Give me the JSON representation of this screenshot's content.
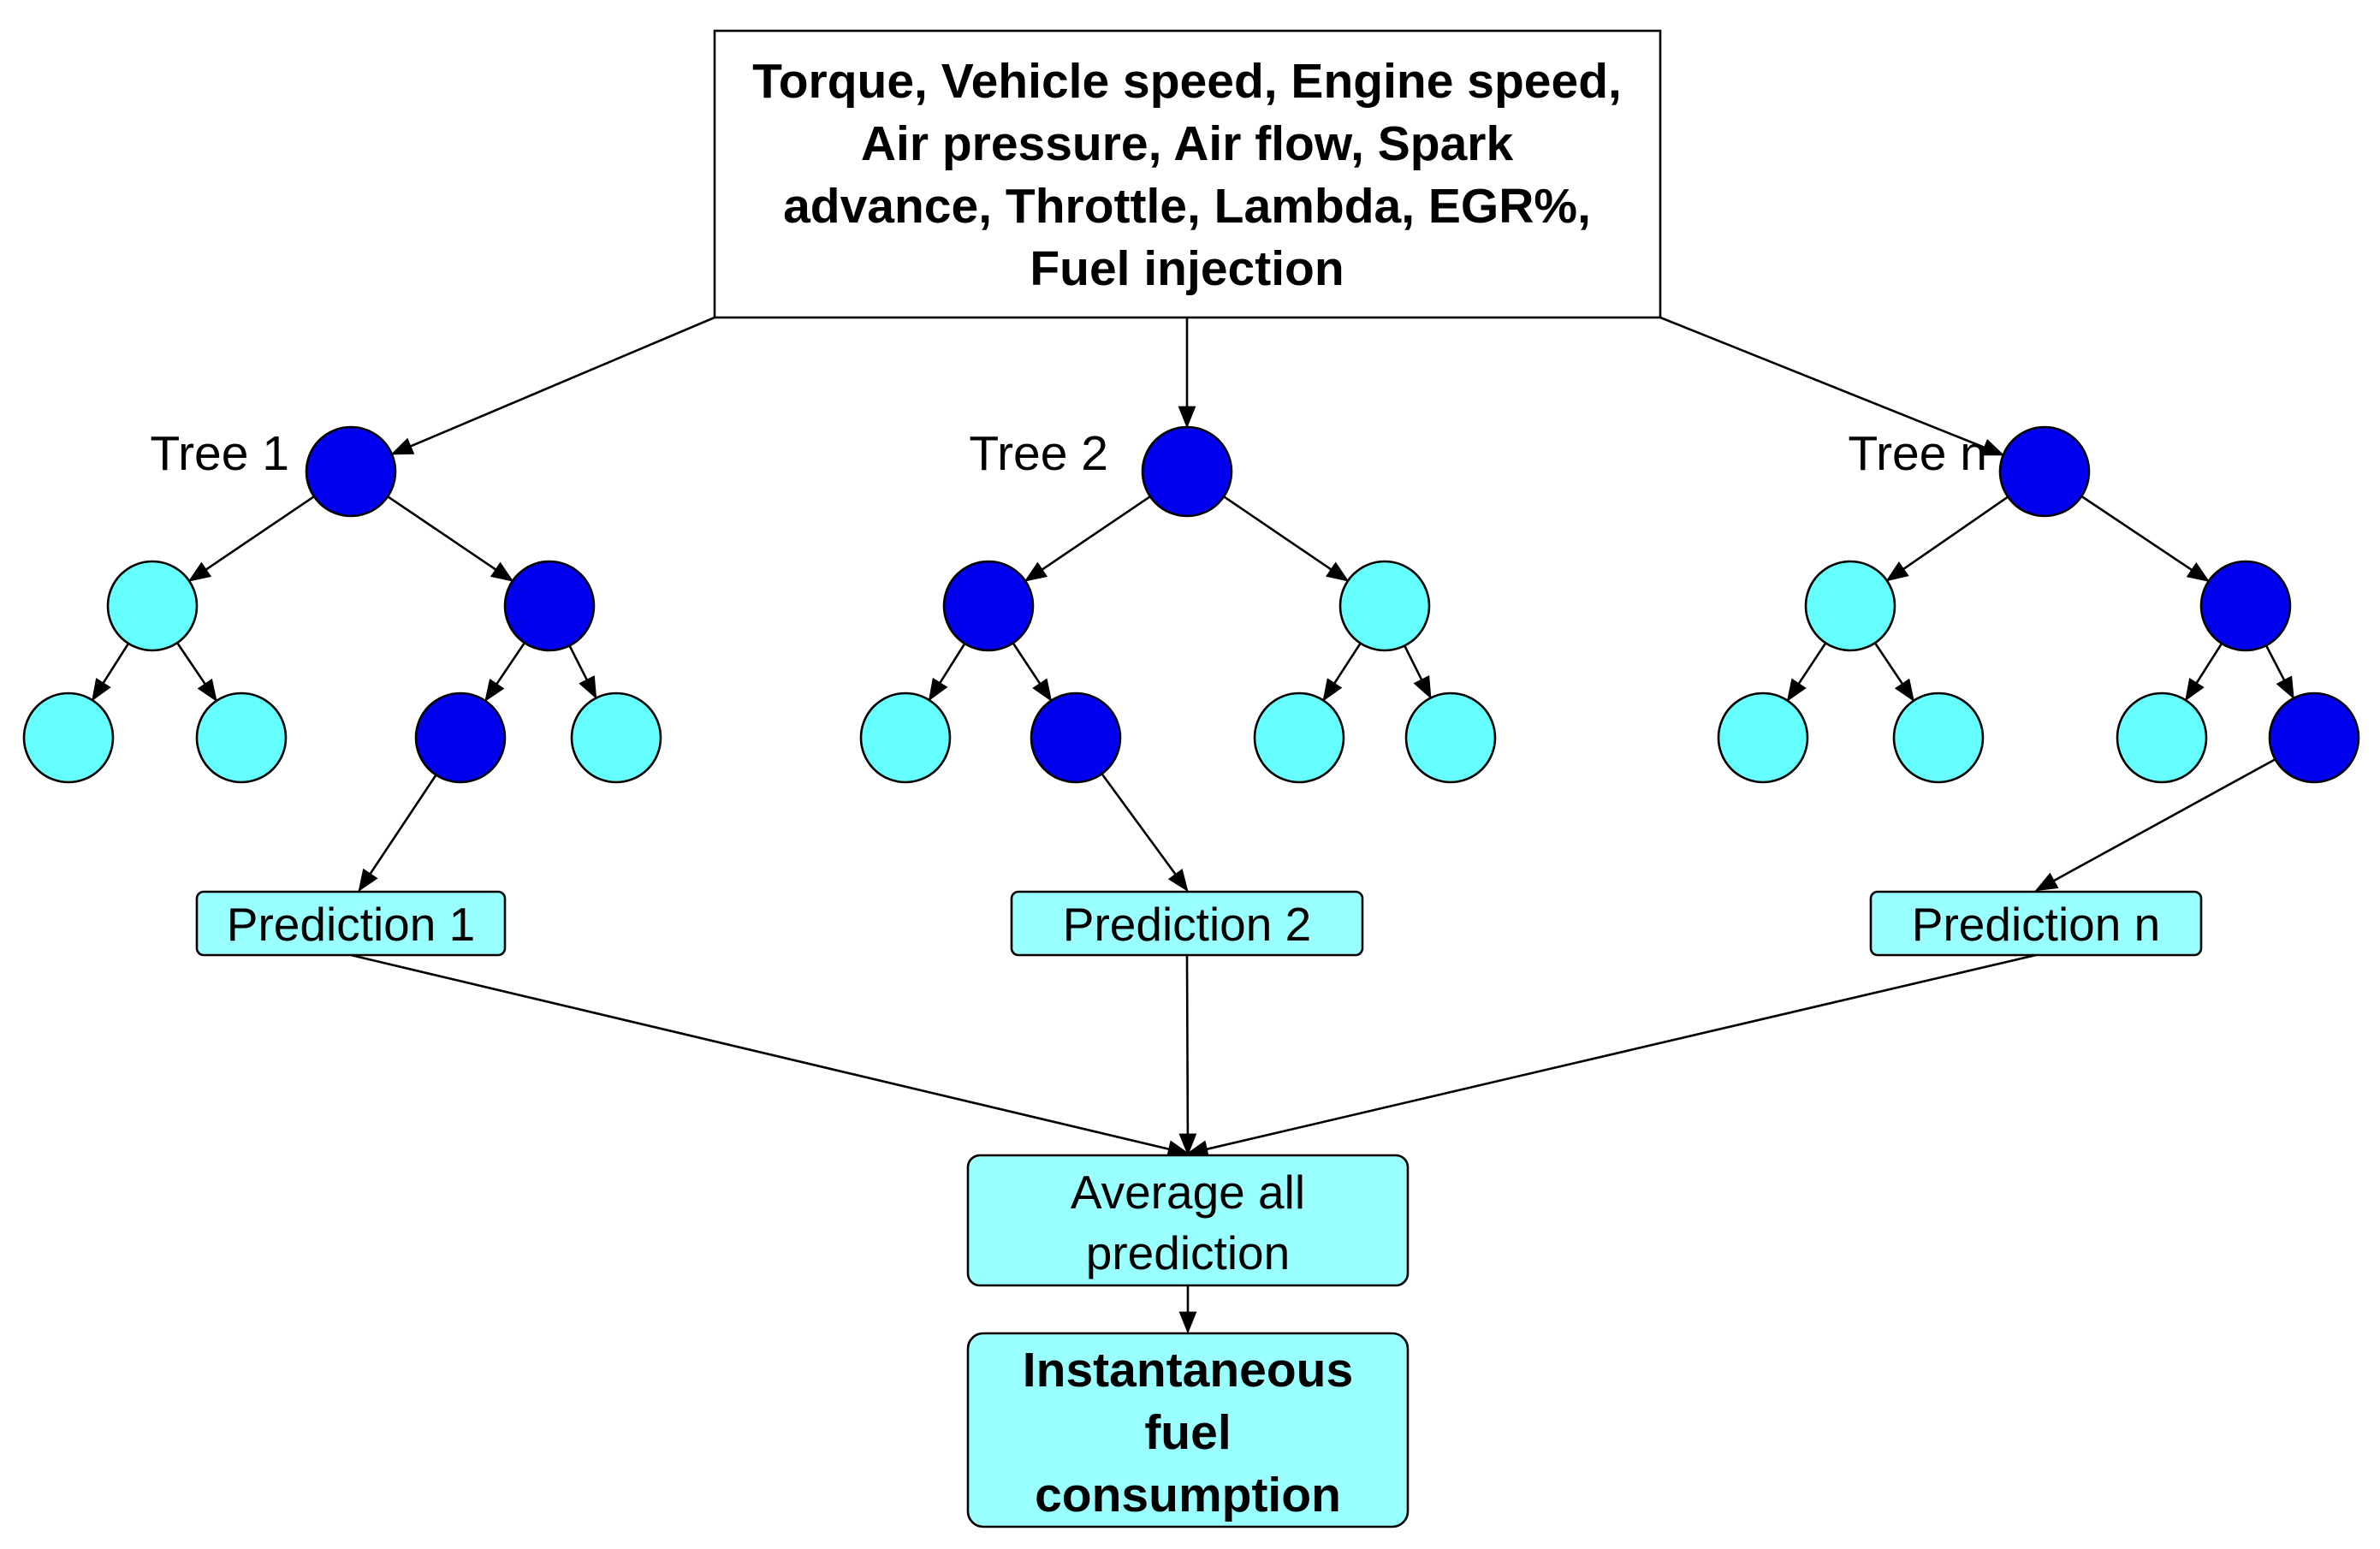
{
  "input_box": {
    "lines": [
      "Torque, Vehicle speed, Engine speed,",
      "Air pressure, Air flow, Spark",
      "advance, Throttle, Lambda, EGR%,",
      "Fuel injection"
    ]
  },
  "colors": {
    "path_node": "#0000ee",
    "other_node": "#66ffff",
    "box_fill": "#99ffff",
    "input_box_fill": "#ffffff",
    "line": "#000000"
  },
  "trees": [
    {
      "label": "Tree 1",
      "node_roles": [
        "path",
        "other",
        "path",
        "other",
        "other",
        "path",
        "other"
      ],
      "prediction": "Prediction 1"
    },
    {
      "label": "Tree 2",
      "node_roles": [
        "path",
        "path",
        "other",
        "other",
        "path",
        "other",
        "other"
      ],
      "prediction": "Prediction 2"
    },
    {
      "label": "Tree n",
      "node_roles": [
        "path",
        "other",
        "path",
        "other",
        "other",
        "other",
        "path"
      ],
      "prediction": "Prediction n"
    }
  ],
  "average_box": {
    "lines": [
      "Average all",
      "prediction"
    ]
  },
  "output_box": {
    "lines": [
      "Instantaneous",
      "fuel",
      "consumption"
    ]
  }
}
